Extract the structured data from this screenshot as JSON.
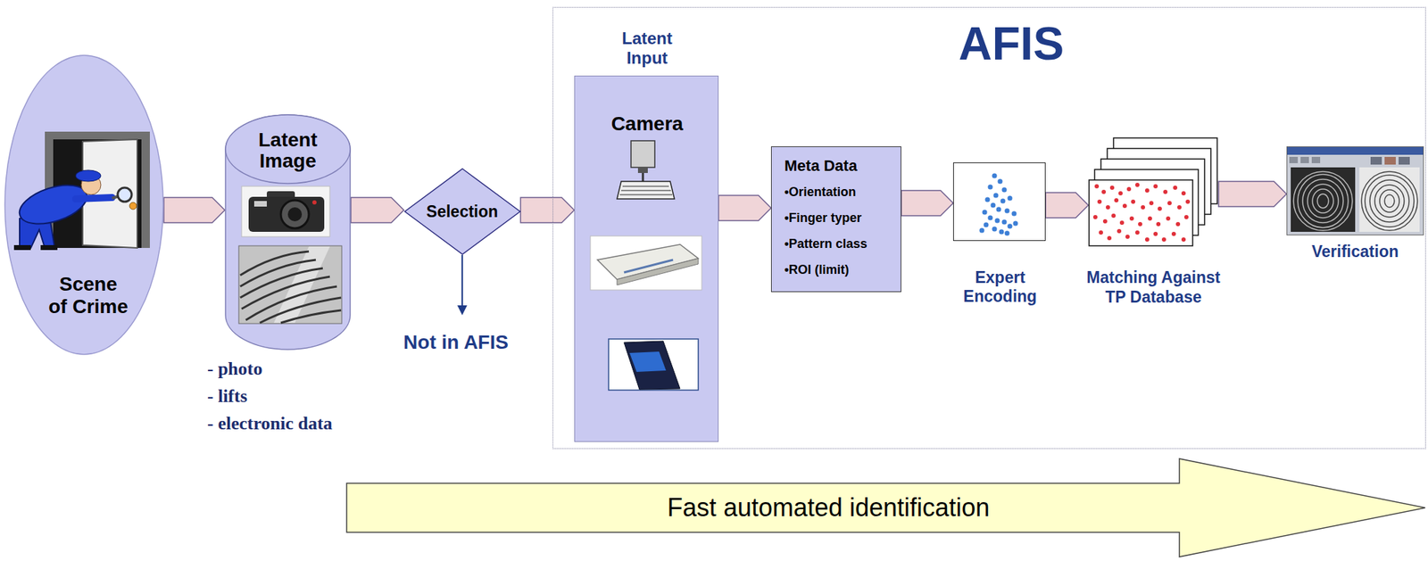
{
  "diagram": {
    "nodes": [
      {
        "text": [
          "Scene of Crime"
        ]
      },
      {
        "text": [
          "Latent Image"
        ]
      },
      {
        "text": [
          "Selection"
        ]
      },
      {
        "text": [
          "Not in AFIS"
        ]
      },
      {
        "text": [
          "AFIS"
        ]
      },
      {
        "text": [
          "Latent Input",
          "Camera"
        ],
        "in": 4
      },
      {
        "text": [
          "Meta Data",
          "•Orientation",
          "•Finger typer",
          "•Pattern class",
          "•ROI (limit)"
        ],
        "in": 4
      },
      {
        "text": [
          "Expert Encoding"
        ],
        "in": 4
      },
      {
        "text": [
          "Matching Against TP Database"
        ],
        "in": 4
      },
      {
        "text": [
          "Verification"
        ],
        "in": 4
      },
      {
        "text": [
          "Fast automated identification"
        ]
      }
    ],
    "edges": [
      {
        "from": 0,
        "to": 1,
        "arrow": "to"
      },
      {
        "from": 1,
        "to": 2,
        "arrow": "to"
      },
      {
        "from": 2,
        "to": 3,
        "arrow": "to"
      },
      {
        "from": 2,
        "to": 5,
        "arrow": "to"
      },
      {
        "from": 5,
        "to": 6,
        "arrow": "to"
      },
      {
        "from": 6,
        "to": 7,
        "arrow": "to"
      },
      {
        "from": 7,
        "to": 8,
        "arrow": "to"
      },
      {
        "from": 8,
        "to": 9,
        "arrow": "to"
      }
    ],
    "labels": [
      "- photo",
      "- lifts",
      "- electronic data"
    ]
  }
}
